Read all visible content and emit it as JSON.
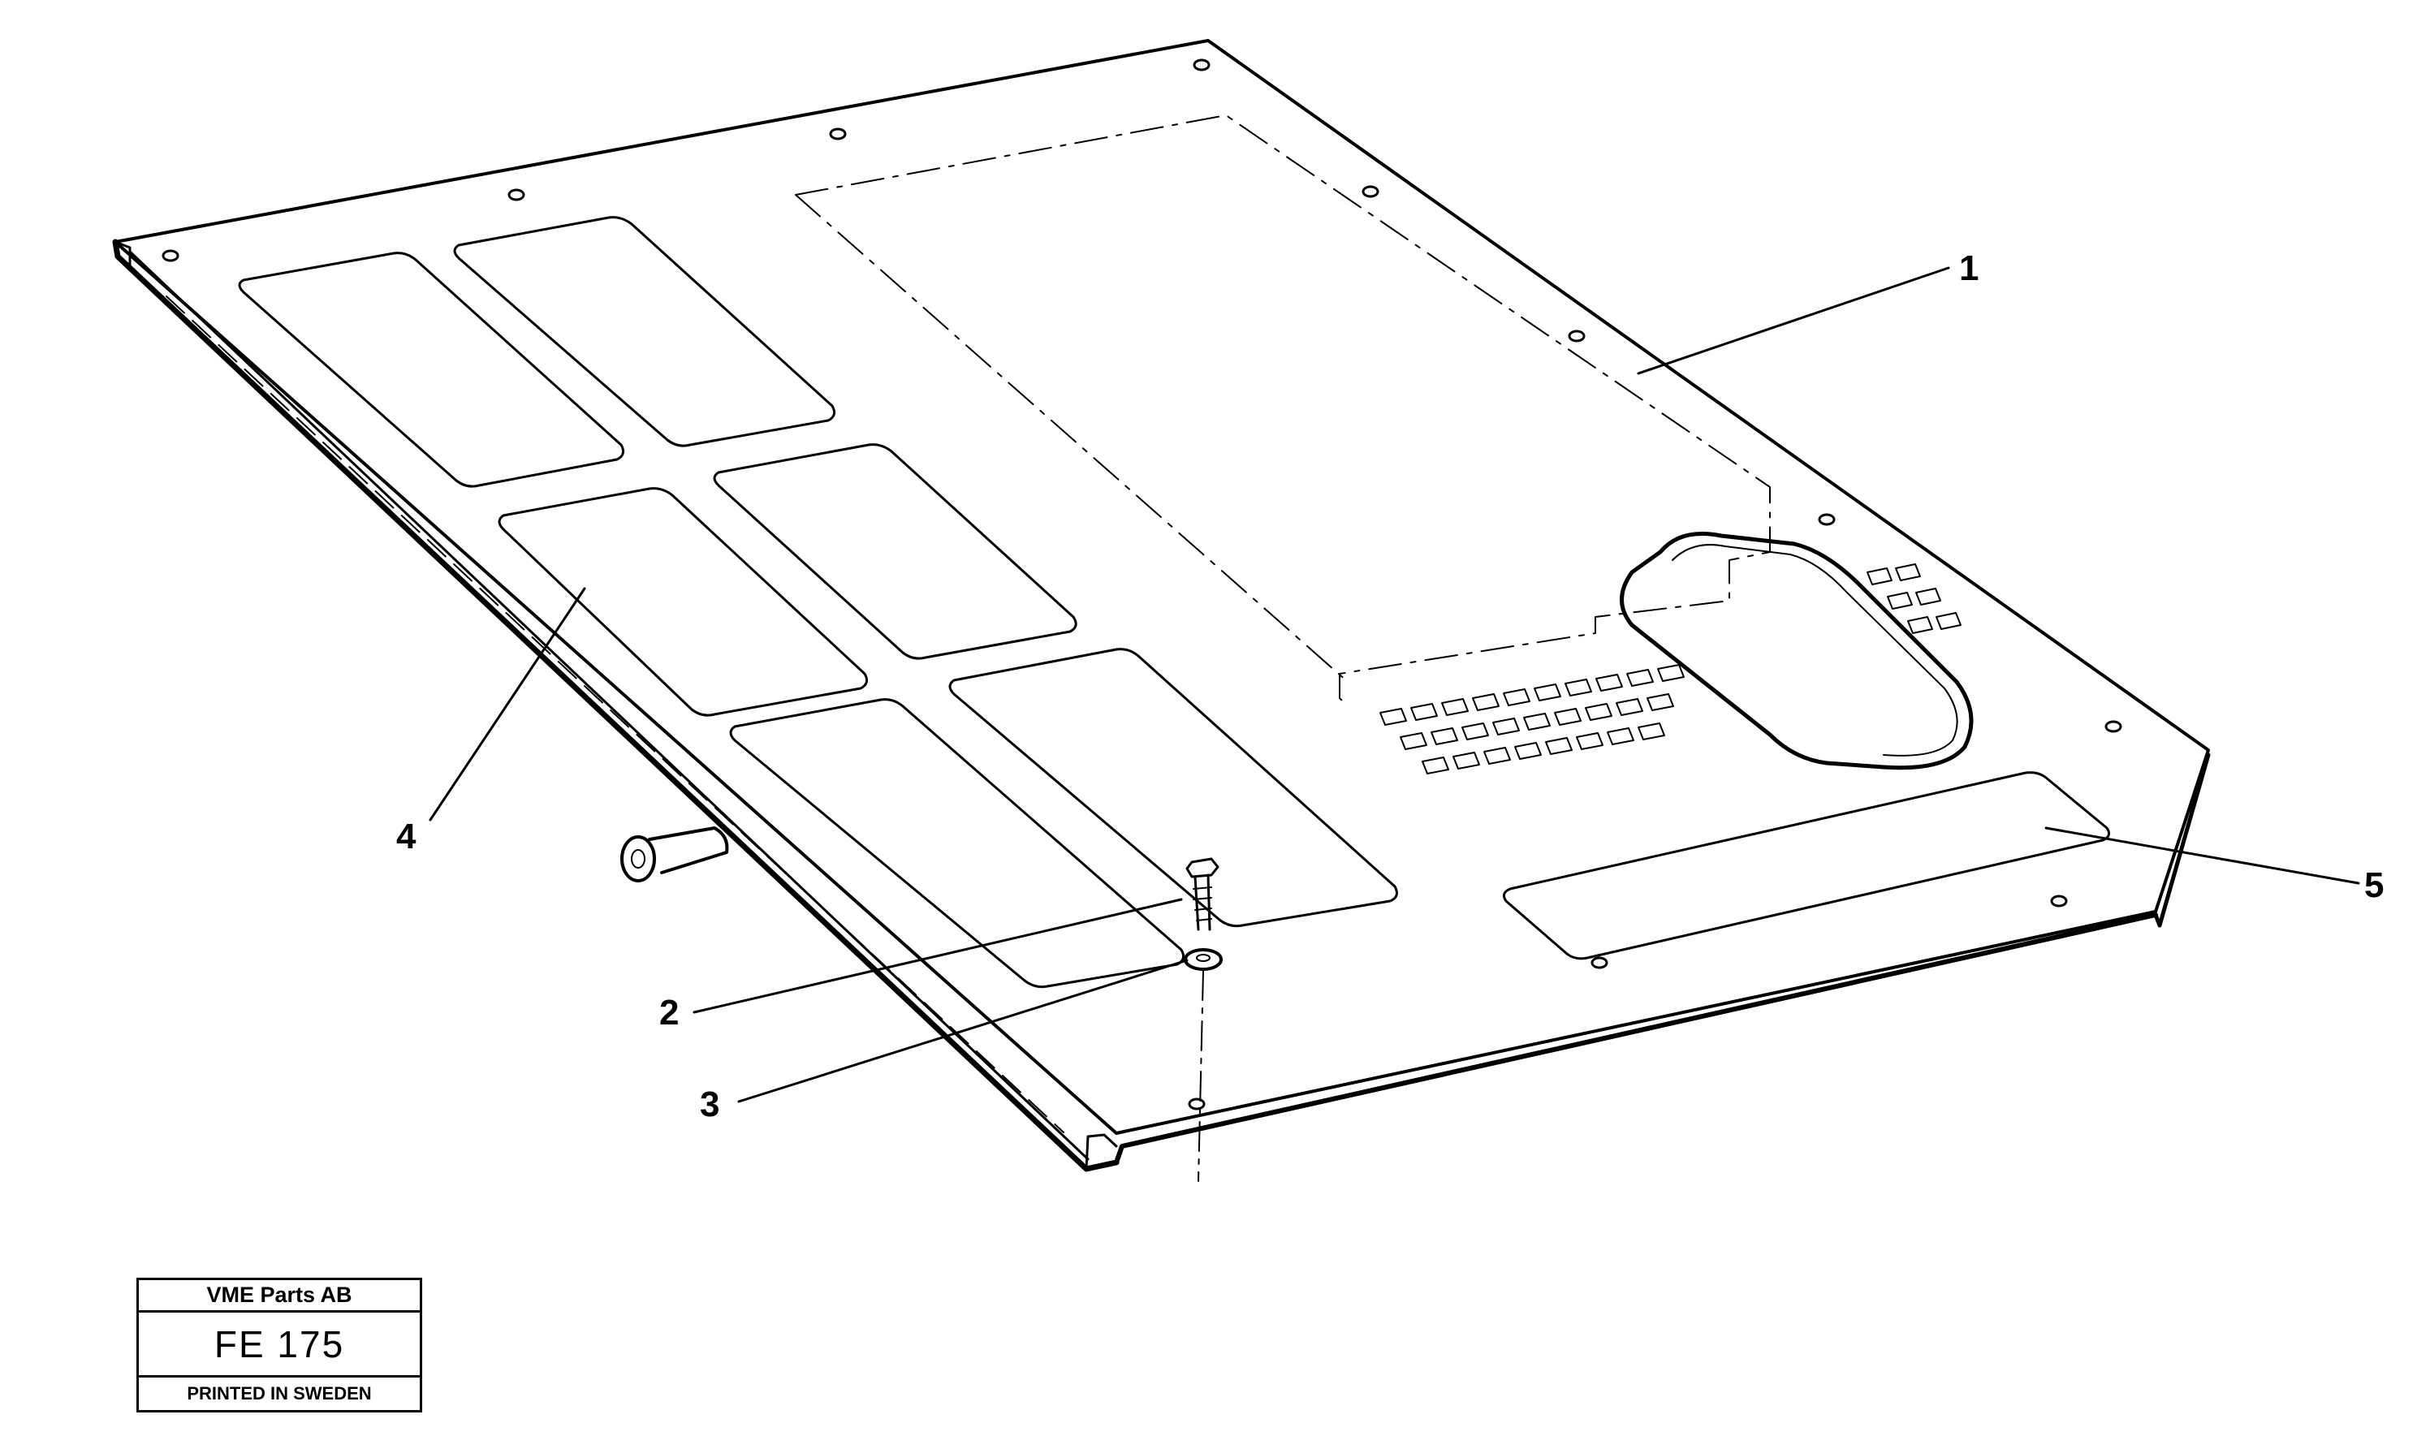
{
  "callouts": [
    {
      "id": "1",
      "label": "1"
    },
    {
      "id": "2",
      "label": "2"
    },
    {
      "id": "3",
      "label": "3"
    },
    {
      "id": "4",
      "label": "4"
    },
    {
      "id": "5",
      "label": "5"
    }
  ],
  "title_block": {
    "company": "VME Parts AB",
    "code": "FE 175",
    "printed": "PRINTED IN SWEDEN"
  },
  "colors": {
    "line": "#000000",
    "background": "#ffffff"
  }
}
